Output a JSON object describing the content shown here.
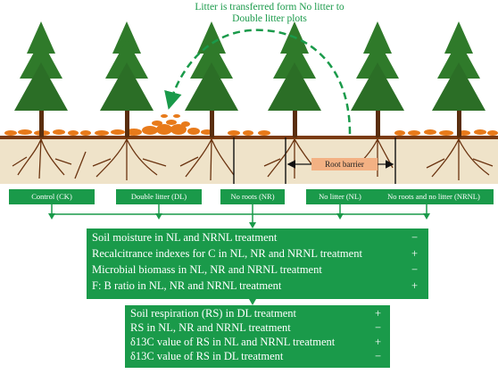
{
  "note": {
    "line1": "Litter is transferred  form No litter to",
    "line2": "Double litter plots"
  },
  "root_barrier": "Root barrier",
  "treatments": [
    "Control (CK)",
    "Double litter (DL)",
    "No roots (NR)",
    "No litter (NL)",
    "No roots and no litter (NRNL)"
  ],
  "effects_box1": [
    {
      "text": "Soil moisture in NL and NRNL treatment",
      "sign": "−"
    },
    {
      "text": "Recalcitrance indexes for C  in NL, NR and NRNL treatment",
      "sign": "+"
    },
    {
      "text": "Microbial biomass in NL, NR and NRNL treatment",
      "sign": "−"
    },
    {
      "text": "F: B ratio in NL, NR and NRNL treatment",
      "sign": "+"
    }
  ],
  "effects_box2": [
    {
      "text": "Soil respiration (RS) in DL treatment",
      "sign": "+"
    },
    {
      "text": "RS in NL, NR and NRNL treatment",
      "sign": "−"
    },
    {
      "text": "δ13C value of RS in NL and NRNL treatment",
      "sign": "+"
    },
    {
      "text": "δ13C value of RS in DL treatment",
      "sign": "−"
    }
  ],
  "colors": {
    "green": "#1a9a4a",
    "soil": "#efe3c9",
    "soil_line": "#7a3b12",
    "litter": "#e87a1a",
    "tree": "#2f7a2a",
    "root": "#6b3410"
  }
}
